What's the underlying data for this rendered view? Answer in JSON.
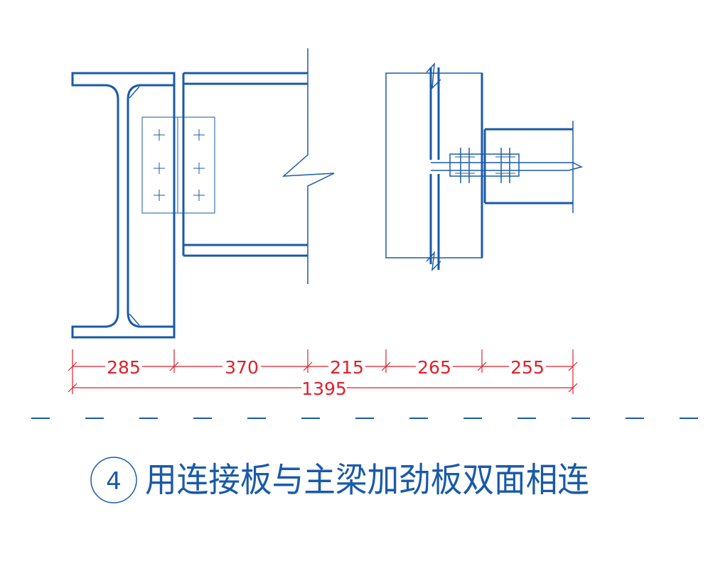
{
  "colors": {
    "steel": "#1a5aa8",
    "dimension": "#e0202a",
    "background": "#ffffff"
  },
  "dimensions": {
    "segments": [
      "285",
      "370",
      "215",
      "265",
      "255"
    ],
    "total": "1395"
  },
  "caption": {
    "number": "4",
    "text": "用连接板与主梁加劲板双面相连"
  }
}
